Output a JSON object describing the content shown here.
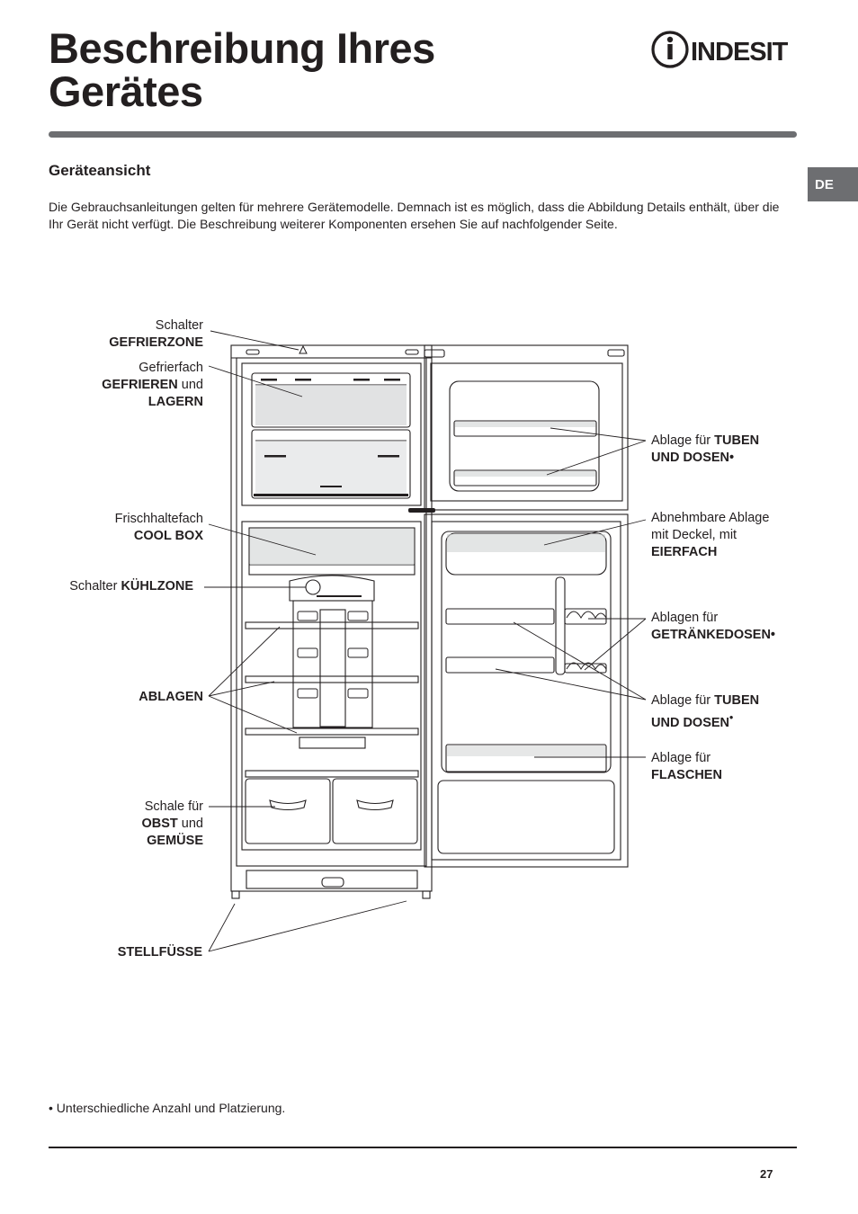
{
  "header": {
    "title_line1": "Beschreibung Ihres",
    "title_line2": "Gerätes",
    "logo_text": "INDESIT"
  },
  "language_tab": "DE",
  "section": {
    "title": "Geräteansicht",
    "intro": "Die Gebrauchsanleitungen gelten für mehrere Gerätemodelle. Demnach ist es möglich, dass die Abbildung Details enthält, über die Ihr Gerät nicht verfügt. Die Beschreibung weiterer Komponenten ersehen Sie auf nachfolgender Seite."
  },
  "labels": {
    "schalter_gefrierzone": {
      "l1": "Schalter",
      "l2": "GEFRIERZONE"
    },
    "gefrierfach": {
      "l1": "Gefrierfach",
      "l2a": "GEFRIEREN",
      "l2b": " und",
      "l3": "LAGERN"
    },
    "cool_box": {
      "l1": "Frischhaltefach",
      "l2": "COOL BOX"
    },
    "schalter_kuehlzone": {
      "a": "Schalter ",
      "b": "KÜHLZONE"
    },
    "ablagen": "ABLAGEN",
    "schale": {
      "l1": "Schale für",
      "l2a": "OBST",
      "l2b": " und",
      "l3": "GEMÜSE"
    },
    "stellfuesse": "STELLFÜSSE",
    "tuben_top": {
      "l1a": "Ablage für ",
      "l1b": "TUBEN",
      "l2": "UND DOSEN•"
    },
    "eierfach": {
      "l1": "Abnehmbare Ablage",
      "l2": "mit Deckel, mit",
      "l3": "EIERFACH"
    },
    "getraenke": {
      "l1": "Ablagen für",
      "l2": "GETRÄNKEDOSEN•"
    },
    "tuben_mid": {
      "l1a": "Ablage für ",
      "l1b": "TUBEN",
      "l2": "UND DOSEN",
      "l2c": "•"
    },
    "flaschen": {
      "l1": "Ablage für",
      "l2": "FLASCHEN"
    }
  },
  "footnote": "• Unterschiedliche Anzahl und Platzierung.",
  "page_number": "27"
}
